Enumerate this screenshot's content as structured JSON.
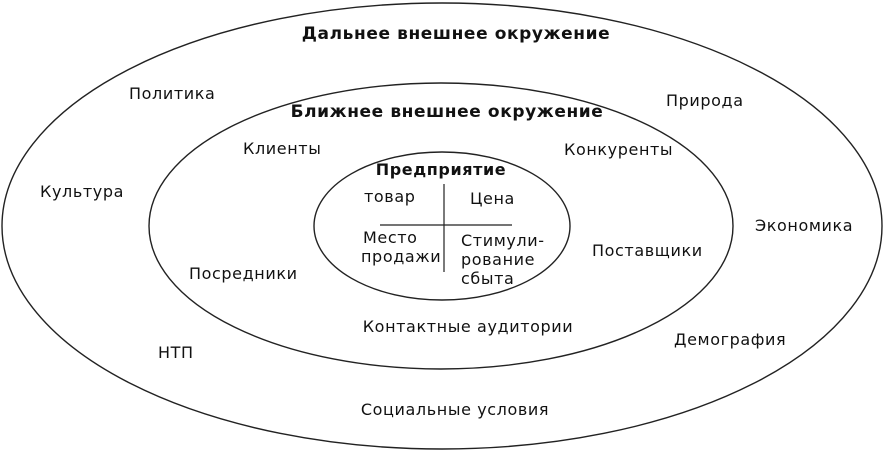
{
  "outer_ring": {
    "title": "Дальнее внешнее окружение",
    "factors": {
      "politics": "Политика",
      "nature": "Природа",
      "culture": "Культура",
      "economy": "Экономика",
      "ntp": "НТП",
      "demography": "Демография",
      "social": "Социальные условия"
    }
  },
  "middle_ring": {
    "title": "Ближнее внешнее окружение",
    "actors": {
      "clients": "Клиенты",
      "competitors": "Конкуренты",
      "suppliers": "Поставщики",
      "intermediaries": "Посредники",
      "contact_audiences": "Контактные аудитории"
    }
  },
  "inner_ring": {
    "title": "Предприятие",
    "product": "товар",
    "price": "Цена",
    "place": [
      "Место",
      "продажи"
    ],
    "promotion": [
      "Стимули-",
      "рование",
      "сбыта"
    ]
  }
}
